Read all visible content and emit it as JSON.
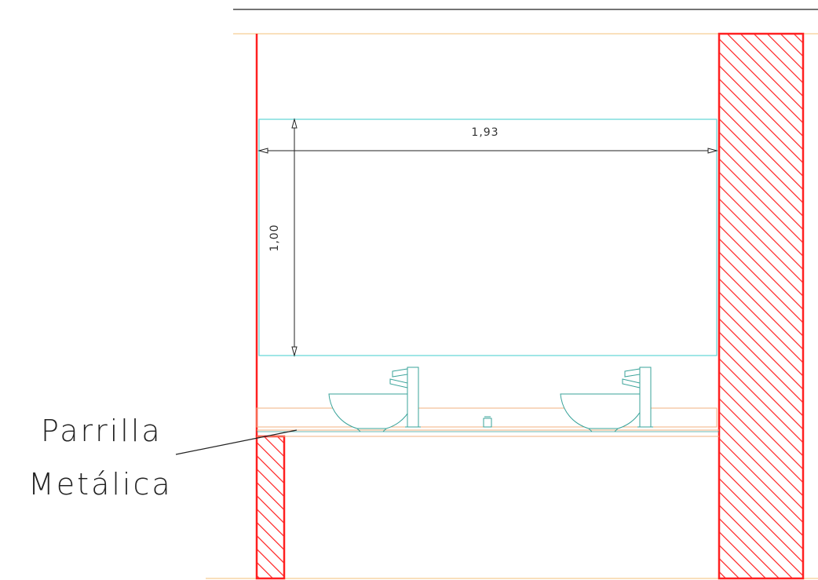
{
  "drawing": {
    "dimensions": {
      "width_label": "1,93",
      "height_label": "1,00"
    },
    "annotation": {
      "line1": "Parrilla",
      "line2": "Metálica"
    },
    "colors": {
      "wall_hatch": "#ff2020",
      "mirror_outline": "#5fd6d6",
      "fixtures": "#3aa39a",
      "counter_outline": "#f0b080",
      "dimension_line": "#222222",
      "top_line": "#222222"
    }
  }
}
